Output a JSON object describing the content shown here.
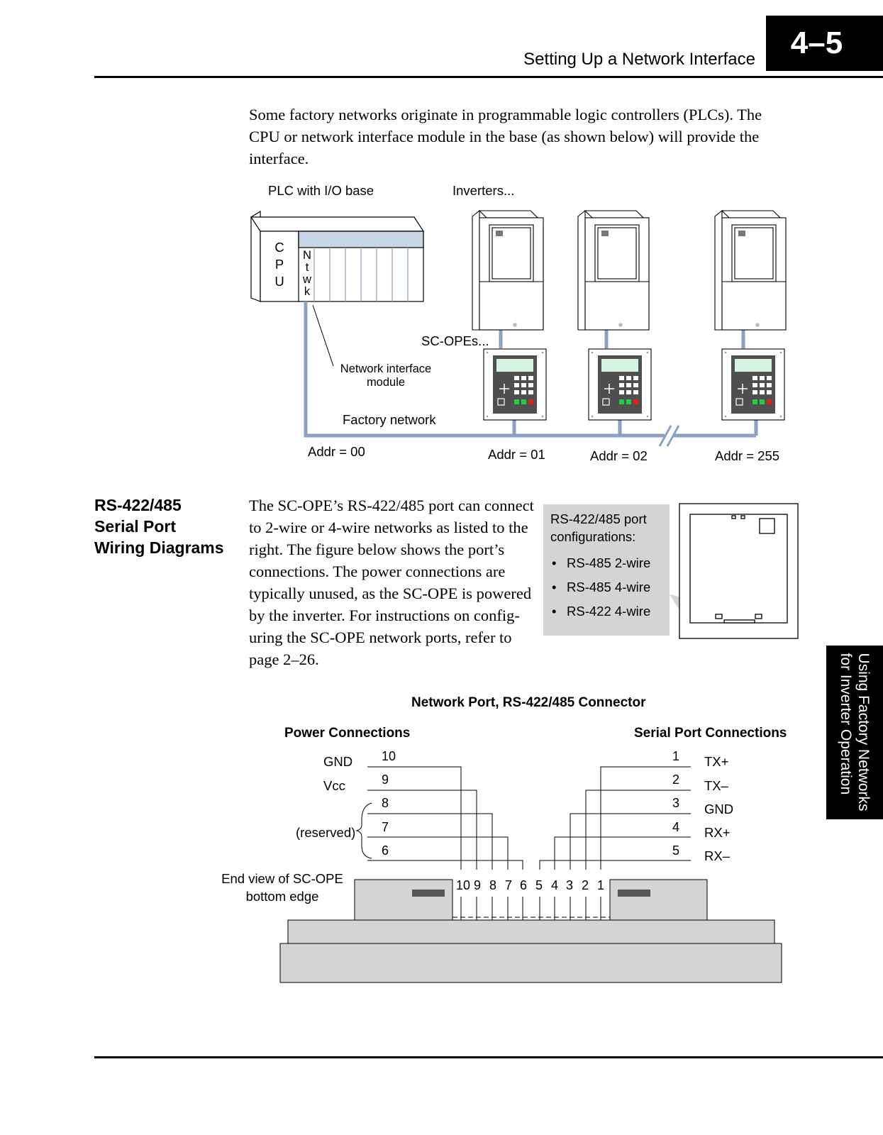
{
  "header": {
    "page_number": "4–5",
    "title": "Setting Up a Network Interface"
  },
  "side_tab": {
    "line1": "Using Factory Networks",
    "line2": "for Inverter Operation"
  },
  "intro": {
    "text": "Some factory networks originate in programmable logic controllers (PLCs). The CPU or network interface module in the base (as shown below) will provide the interface."
  },
  "network_diagram": {
    "plc_label": "PLC with I/O base",
    "inverters_label": "Inverters...",
    "cpu_letters": [
      "C",
      "P",
      "U"
    ],
    "ntwk_letters": [
      "N",
      "t",
      "w",
      "k"
    ],
    "scope_label": "SC-OPEs...",
    "nim_label_line1": "Network interface",
    "nim_label_line2": "module",
    "factory_network_label": "Factory network",
    "addresses": [
      "Addr = 00",
      "Addr = 01",
      "Addr = 02",
      "Addr = 255"
    ]
  },
  "section": {
    "heading_lines": [
      "RS-422/485",
      "Serial Port",
      "Wiring Diagrams"
    ],
    "body": "The SC-OPE’s RS-422/485 port can connect to 2-wire or 4-wire networks as listed to the right. The figure below shows the port’s connections. The power connections are typically unused, as the SC-OPE is powered by the inverter. For instructions on config-uring the SC-OPE network ports, refer to page 2–26."
  },
  "config_box": {
    "title": "RS-422/485 port configurations:",
    "items": [
      "RS-485 2-wire",
      "RS-485 4-wire",
      "RS-422 4-wire"
    ]
  },
  "connector_diagram": {
    "title": "Network Port, RS-422/485 Connector",
    "power_heading": "Power Connections",
    "serial_heading": "Serial Port Connections",
    "power_pins": [
      {
        "label": "GND",
        "pin": "10"
      },
      {
        "label": "Vcc",
        "pin": "9"
      },
      {
        "label": "",
        "pin": "8"
      },
      {
        "label": "",
        "pin": "7"
      },
      {
        "label": "",
        "pin": "6"
      }
    ],
    "reserved_label": "(reserved)",
    "serial_pins": [
      {
        "pin": "1",
        "label": "TX+"
      },
      {
        "pin": "2",
        "label": "TX–"
      },
      {
        "pin": "3",
        "label": "GND"
      },
      {
        "pin": "4",
        "label": "RX+"
      },
      {
        "pin": "5",
        "label": "RX–"
      }
    ],
    "end_view_line1": "End view of SC-OPE",
    "end_view_line2": "bottom edge",
    "pin_row": [
      "10",
      "9",
      "8",
      "7",
      "6",
      "5",
      "4",
      "3",
      "2",
      "1"
    ]
  },
  "colors": {
    "network_line": "#8aa2bf",
    "panel_gray": "#d4d4d4",
    "keypad_body": "#4f4f4f",
    "lcd": "#d5f5e3"
  }
}
